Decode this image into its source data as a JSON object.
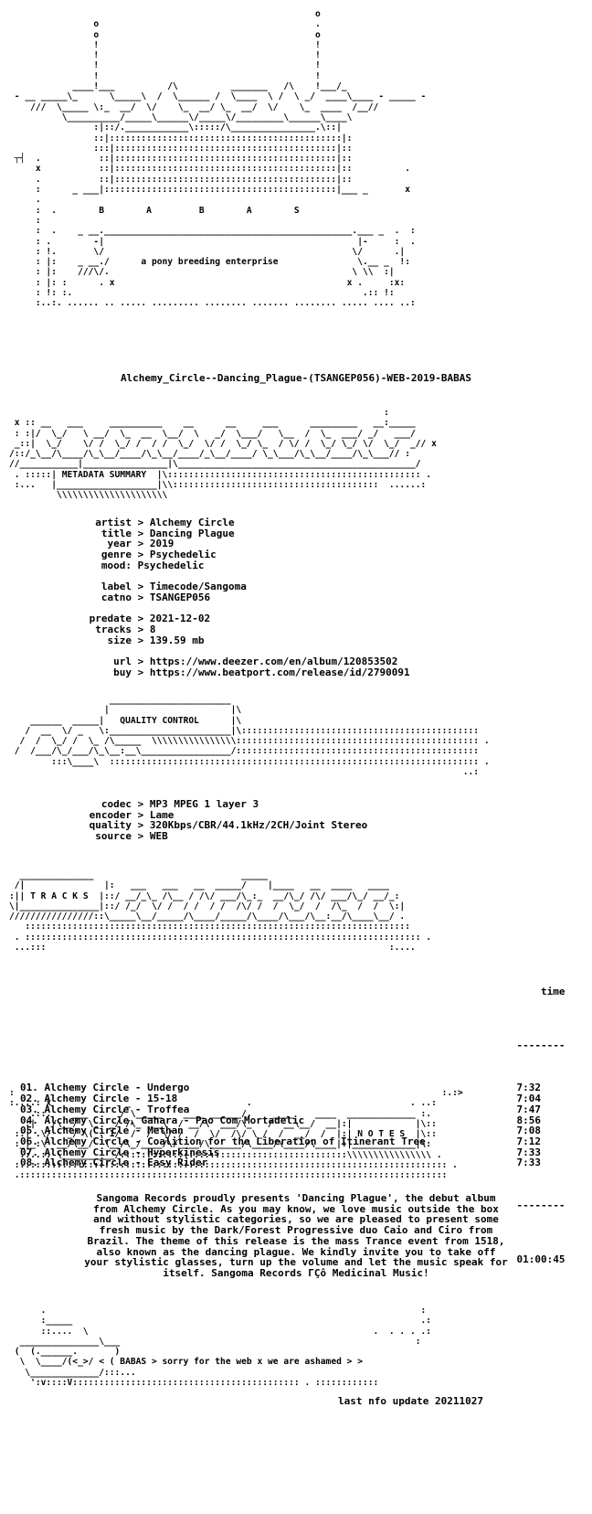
{
  "header_art": [
    "                                                          o",
    "                o                                         .",
    "                o                                         o",
    "                !                                         !",
    "                !                                         !",
    "                !                                         !",
    "                !                                         !",
    "            ____!___          /\\          _______   /\\    !___/_",
    " - __ _____\\_      \\_____\\  /  \\______ /  \\____  \\ /  \\ _/  ____\\____ - _____ -",
    "    ///  \\_____ \\:_  __/  \\/    \\_  __/ \\_  __/  \\/    \\_  ____  /__//",
    "          \\__________/_____\\______\\/_____\\/_________\\______\\____\\",
    "                :|::/.____________\\:::::/\\________________.\\::|",
    "                ::|::::::::::::::::::::::::::::::::::::::::::::|:",
    "                :::|::::::::::::::::::::::::::::::::::::::::::|::",
    " ┬┤  .           ::|::::::::::::::::::::::::::::::::::::::::::|::",
    "     x           ::|::::::::::::::::::::::::::::::::::::::::::|::          .",
    "     .           ::|::::::::::::::::::::::::::::::::::::::::::|::",
    "     :      _ ___|::::::::::::::::::::::::::::::::::::::::::::|___ _       x",
    "     .",
    "     :  .        B        A         B        A        S",
    "     :",
    "     :  .    _ __._______________________________________________.___ _  .  :",
    "     : .        -|                                                |-     :  .",
    "     : !.       \\/                                               \\/      .|",
    "     : |:    _ __./      a pony breeding enterprise               \\.__ _  !:",
    "     : |:    ///\\/.                                              \\ \\\\  :|",
    "     : |: :      . x                                            x .     :x:",
    "     : !: :.                                                       .:: !:",
    "     :..:. ...... .. ..... ......... ........ ....... ........ ..... .... ..:"
  ],
  "release_name": "Alchemy_Circle--Dancing_Plague-(TSANGEP056)-WEB-2019-BABAS",
  "meta_art": [
    "                                                                       :",
    " x :: __   ___     __________    __      __     ___      _________   __:_____",
    " : :|/  \\_/   \\ __/  \\_  __  \\__/  \\   _/  \\___/   \\__  /  \\_  ___/ _/   ___/",
    " _::|  \\_/    \\/ /  \\_/ /  / /  \\_/  \\/ /  \\_/ \\_  / \\/ /  \\_/ \\_/ \\/  \\_/  _// x",
    "/::/_\\__/\\____/\\_\\__/____/\\_\\__/____/_\\__/____/ \\_\\___/\\_\\__/____/\\_\\___// :",
    "//___________|________________|\\_____________________________________________/",
    " . :::::| METADATA SUMMARY  |\\:::::::::::::::::::::::::::::::::::::::::::::::: .",
    " :...   |___________________|\\\\:::::::::::::::::::::::::::::::::::::::  ......:",
    "         \\\\\\\\\\\\\\\\\\\\\\\\\\\\\\\\\\\\\\\\\\"
  ],
  "metadata": [
    {
      "key": "artist",
      "sep": " > ",
      "value": "Alchemy Circle"
    },
    {
      "key": "title",
      "sep": " > ",
      "value": "Dancing Plague"
    },
    {
      "key": "year",
      "sep": " > ",
      "value": "2019"
    },
    {
      "key": "genre",
      "sep": " > ",
      "value": "Psychedelic"
    },
    {
      "key": "mood:",
      "sep": " ",
      "value": "Psychedelic"
    },
    {
      "key": "",
      "sep": "",
      "value": ""
    },
    {
      "key": "label",
      "sep": " > ",
      "value": "Timecode/Sangoma"
    },
    {
      "key": "catno",
      "sep": " > ",
      "value": "TSANGEP056"
    },
    {
      "key": "",
      "sep": "",
      "value": ""
    },
    {
      "key": "predate",
      "sep": " > ",
      "value": "2021-12-02"
    },
    {
      "key": "tracks",
      "sep": " > ",
      "value": "8"
    },
    {
      "key": "size",
      "sep": " > ",
      "value": "139.59 mb"
    },
    {
      "key": "",
      "sep": "",
      "value": ""
    },
    {
      "key": "url",
      "sep": " > ",
      "value": "https://www.deezer.com/en/album/120853502"
    },
    {
      "key": "buy",
      "sep": " > ",
      "value": "https://www.beatport.com/release/id/2790091"
    }
  ],
  "quality_art": [
    "                   _______________________",
    "                  |                       |\\",
    "    ______  _____|   QUALITY CONTROL      |\\",
    "   /  __  \\/ _   \\:_______________________|\\:::::::::::::::::::::::::::::::::::::::::::::",
    "  /  /  \\_/ /  \\_ /\\_____  \\\\\\\\\\\\\\\\\\\\\\\\\\\\\\\\:::::::::::::::::::::::::::::::::::::::::::::: .",
    " /  /___/\\_/___/\\_\\__:__\\_________________/::::::::::::::::::::::::::::::::::::::::::::::",
    "        :::\\____\\  :::::::::::::::::::::::::::::::::::::::::::::::::::::::::::::::::::::: .",
    "                                                                                      ..:"
  ],
  "quality": [
    {
      "key": "codec",
      "value": "MP3 MPEG 1 layer 3"
    },
    {
      "key": "encoder",
      "value": "Lame"
    },
    {
      "key": "quality",
      "value": "320Kbps/CBR/44.1kHz/2CH/Joint Stereo"
    },
    {
      "key": "source",
      "value": "WEB"
    }
  ],
  "tracks_art": [
    "  ______________                            _____",
    " /|               |:   ___   ___   __  _____/    |____   __  ____   ____",
    ":|| T R A C K S  |::/ __/_\\_ /\\__ / /\\/ ___/\\_:_  __/\\_/ /\\/ ___/\\_/ __/_:",
    "\\|_______________|::/ /_/  \\/ /  / /  / /  /\\/ /  /  \\_/  /  /\\_  /  /  \\:|",
    "////////////////::\\_____\\__/_____/\\____/_____/\\____/\\___/\\__:__/\\____\\__/ .",
    "   :::::::::::::::::::::::::::::::::::::::::::::::::::::::::::::::::::::::::",
    " . ::::::::::::::::::::::::::::::::::::::::::::::::::::::::::::::::::::::::::: .",
    " ...:::                                                                 :...."
  ],
  "tracks_header": {
    "time_label": "time",
    "rule": "--------"
  },
  "tracks": [
    {
      "title": "01. Alchemy Circle - Undergo",
      "time": "7:32"
    },
    {
      "title": "02. Alchemy Circle - 15-18",
      "time": "7:04"
    },
    {
      "title": "03. Alchemy Circle - Troffea",
      "time": "7:47"
    },
    {
      "title": "04. Alchemy Circle, Gahara - Pao Com Mortadelic",
      "time": "8:56"
    },
    {
      "title": "05. Alchemy Circle - Methan",
      "time": "7:08"
    },
    {
      "title": "06. Alchemy Circle - Coalition for the Liberation of Itinerant Tree",
      "time": "7:12"
    },
    {
      "title": "07. Alchemy Circle - Hyperkinesis",
      "time": "7:33"
    },
    {
      "title": "08. Alchemy Circle - Easy Rider",
      "time": "7:33"
    }
  ],
  "tracks_total": {
    "rule": "--------",
    "time": "01:00:45"
  },
  "notes_art": [
    ":                                                                                 :.:>",
    ":....: x              _                      .                              . ..:",
    "    .::.    ___      / \\_____    ____ ______/.    ____    ____  _____________ :.",
    "   :|   /\\__/  \\_  _/ /\\_  __\\  / __/\\  ___/\\_   /  __\\__/  __|:|            |\\::",
    " ::| .\\/   _/ \\(_. 1/  /  /  \\/ /  /  \\/  /\\/ \\_/  /  __/  /  |:| N O T E S  |\\::",
    " :_|_:\\  __/\\__/  \\__/\\_/____/\\/____/\\______/\\____/\\____/\\____|:|____________|\\:",
    "  .:..:: \\__________/:::::::::::::::::::::::::::::::::::::::::::\\\\\\\\\\\\\\\\\\\\\\\\\\\\\\\\ .",
    " :.:::::::::::::::::::::::::::::::::::::::::::::::::::::::::::::::::::::::::::::::: .",
    " .:::::::::::::::::::::::::::::::::::::::::::::::::::::::::::::::::::::::::::::::::"
  ],
  "notes_lines": [
    "Sangoma Records proudly presents 'Dancing Plague', the debut album",
    "from Alchemy Circle. As you may know, we love music outside the box",
    "and without stylistic categories, so we are pleased to present some",
    "fresh music by the Dark/Forest Progressive duo Caio and Ciro from",
    "Brazil. The theme of this release is the mass Trance event from 1518,",
    "also known as the dancing plague. We kindly invite you to take off",
    "your stylistic glasses, turn up the volume and let the music speak for",
    "itself. Sangoma Records ΓÇô Medicinal Music!"
  ],
  "footer_art": [
    "      .                                                                       :",
    "      :_____                                                                  .:",
    "      ::....  \\                                                      .  . . . .:",
    "  _______________\\___                                                        :",
    " (  (.______.       )",
    "  \\  \\____/(<_>/ < ( BABAS > sorry for the web x we are ashamed > >",
    "   \\_____________/:::...",
    "    ':v::::V::::::::::::::::::::::::::::::::::::::::::: . ::::::::::::"
  ],
  "footer_update": "last nfo update 20211027"
}
